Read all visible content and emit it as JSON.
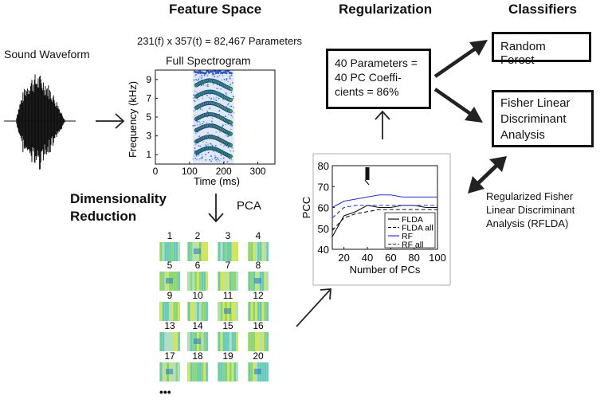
{
  "headers": {
    "feature_space": "Feature Space",
    "regularization": "Regularization",
    "classifiers": "Classifiers"
  },
  "sound_waveform_label": "Sound Waveform",
  "parameters_formula": "231(f) x 357(t) = 82,467 Parameters",
  "spectrogram": {
    "title": "Full Spectrogram",
    "ylabel": "Frequency (kHz)",
    "xlabel": "Time (ms)",
    "yticks": [
      "9",
      "7",
      "5",
      "3",
      "1"
    ],
    "xticks": [
      "0",
      "100",
      "200",
      "300"
    ]
  },
  "dimensionality_reduction": [
    "Dimensionality",
    "Reduction"
  ],
  "pca_label": "PCA",
  "pc_numbers": [
    "1",
    "2",
    "3",
    "4",
    "5",
    "6",
    "7",
    "8",
    "9",
    "10",
    "11",
    "12",
    "13",
    "14",
    "15",
    "16",
    "17",
    "18",
    "19",
    "20"
  ],
  "ellipsis": "•••",
  "regularization_box": [
    "40 Parameters =",
    "40 PC Coeffi-",
    "cients = 86%"
  ],
  "classifier_boxes": {
    "random_forest": "Random Forest",
    "fisher": [
      "Fisher Linear",
      "Discriminant",
      "Analysis"
    ]
  },
  "rflda_label": [
    "Regularized Fisher",
    "Linear Discriminant",
    "Analysis (RFLDA)"
  ],
  "colors": {
    "rf": "#1f2fd6",
    "flda": "#111111",
    "arrow": "#222222"
  },
  "chart_data": {
    "type": "line",
    "xlabel": "Number of PCs",
    "ylabel": "PCC",
    "xlim": [
      10,
      100
    ],
    "ylim": [
      40,
      80
    ],
    "xticks": [
      20,
      40,
      60,
      80,
      100
    ],
    "yticks": [
      40,
      50,
      60,
      70,
      80
    ],
    "legend_position": "bottom-right",
    "series": [
      {
        "name": "FLDA",
        "style": "solid",
        "color": "#111111",
        "x": [
          10,
          20,
          30,
          40,
          50,
          60,
          70,
          80,
          90,
          100
        ],
        "y": [
          46,
          56,
          58,
          61,
          60,
          60,
          61,
          61,
          60,
          60
        ]
      },
      {
        "name": "FLDA all",
        "style": "dashed",
        "color": "#111111",
        "x": [
          10,
          20,
          30,
          40,
          50,
          60,
          70,
          80,
          90,
          100
        ],
        "y": [
          49,
          55,
          57,
          58,
          59,
          59,
          59,
          59,
          59,
          59
        ]
      },
      {
        "name": "RF",
        "style": "solid",
        "color": "#1f2fd6",
        "x": [
          10,
          20,
          30,
          40,
          50,
          60,
          70,
          80,
          90,
          100
        ],
        "y": [
          60,
          63,
          64,
          65,
          66,
          66,
          65,
          65,
          65,
          65
        ]
      },
      {
        "name": "RF all",
        "style": "dashed",
        "color": "#1f2fd6",
        "x": [
          10,
          20,
          30,
          40,
          50,
          60,
          70,
          80,
          90,
          100
        ],
        "y": [
          55,
          60,
          61,
          61,
          61,
          61,
          61,
          61,
          61,
          61
        ]
      }
    ]
  }
}
